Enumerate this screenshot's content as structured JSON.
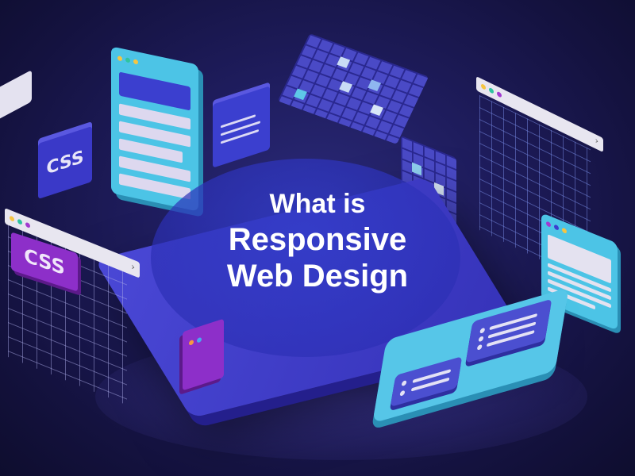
{
  "hero": {
    "title_line1": "What is",
    "title_line2": "Responsive",
    "title_line3": "Web Design"
  },
  "tiles": {
    "css_blue_label": "CSS",
    "css_purple_label": "CSS"
  },
  "icons": {
    "chevron_left_browser": "›",
    "chevron_right_browser": "›"
  },
  "colors": {
    "background": "#1e1c5c",
    "platform": "#4a48d6",
    "cyan": "#4cc4e6",
    "purple": "#8d2fc9",
    "dot_yellow": "#f5c542",
    "dot_green": "#2fc4a0",
    "dot_purple": "#a23ad0"
  }
}
